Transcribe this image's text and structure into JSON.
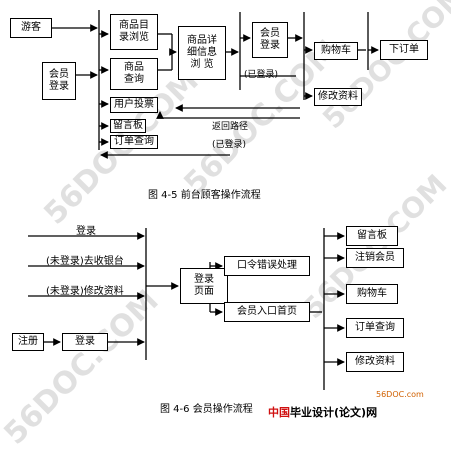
{
  "figure1": {
    "caption": "图 4-5 前台顾客操作流程",
    "nodes": {
      "tourist": "游客",
      "member_login": "会员\n登录",
      "catalog": "商品目\n录浏览",
      "search": "商品\n查询",
      "user_vote": "用户投票",
      "message_board": "留言板",
      "order_query": "订单查询",
      "detail": "商品详\n细信息\n浏  览",
      "member_login2": "会员\n登录",
      "cart": "购物车",
      "place_order": "下订单",
      "modify_profile": "修改资料"
    },
    "labels": {
      "logged_in_1": "(已登录)",
      "return_path": "返回路径",
      "logged_in_2": "(已登录)"
    }
  },
  "figure2": {
    "caption": "图 4-6 会员操作流程",
    "nodes": {
      "register": "注册",
      "login_small": "登录",
      "login_page": "登录\n页面",
      "pwd_error": "口令错误处理",
      "member_home": "会员入口首页",
      "message_board": "留言板",
      "logout": "注销会员",
      "cart": "购物车",
      "order_query": "订单查询",
      "modify_profile": "修改资料"
    },
    "labels": {
      "login": "登录",
      "checkout": "(未登录)去收银台",
      "modify": "(未登录)修改资料"
    }
  },
  "watermark": {
    "text": "56DOC.COM",
    "brand_prefix": "中国",
    "brand_main": "毕业设计",
    "brand_paren": "(论文)",
    "brand_suffix": "网",
    "url": "56DOC.com"
  }
}
